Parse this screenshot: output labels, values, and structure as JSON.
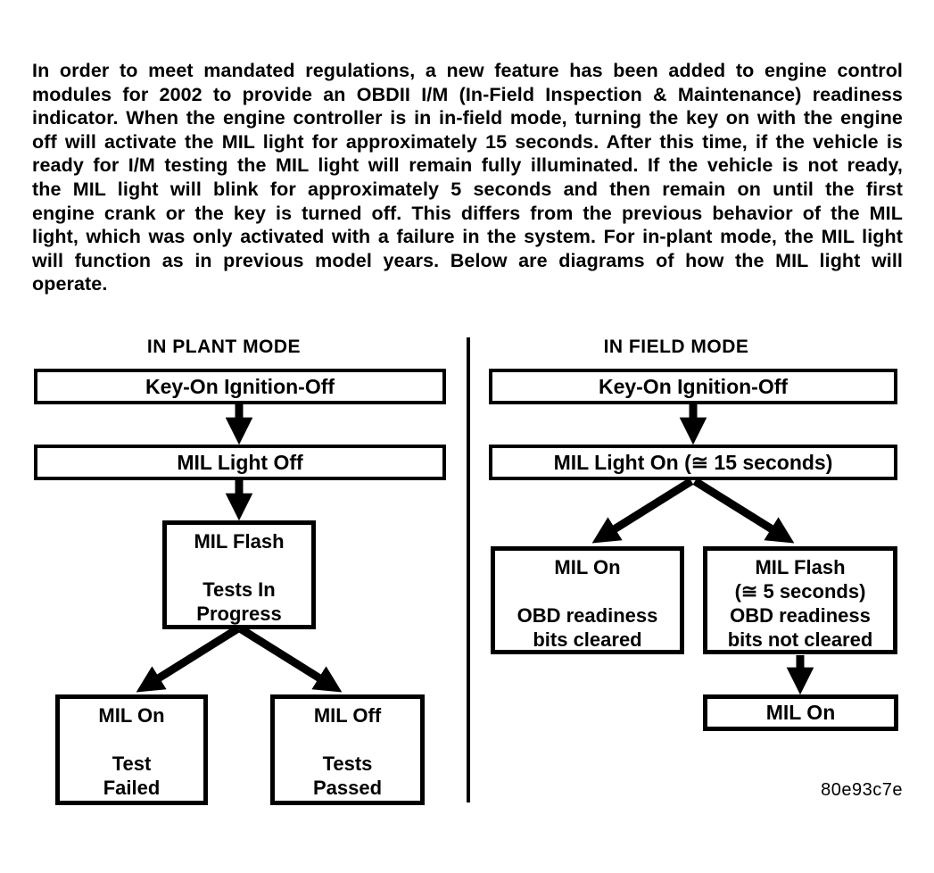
{
  "intro": {
    "text": "In order to meet mandated regulations, a new feature has been added to engine control modules for 2002 to provide an OBDII I/M (In-Field Inspection & Maintenance) readiness indicator.  When the engine controller is in in-field mode, turning the key on with the engine off will activate the MIL light for approximately 15 seconds.  After this time, if the vehicle is ready for I/M testing the MIL light will remain fully illuminated.  If the vehicle is not ready, the MIL light will blink for approximately 5 seconds and then remain on until the first engine crank or the key is turned off.  This differs from the previous behavior of the MIL light, which was only activated with a failure in the system.  For in-plant mode, the MIL light will function as in previous model years.  Below are diagrams of how the MIL light will operate."
  },
  "plant_chart": {
    "title": "IN PLANT MODE",
    "box_key_on": "Key-On Ignition-Off",
    "box_mil_light_off": "MIL Light Off",
    "box_mil_flash": "MIL Flash\n\nTests In\nProgress",
    "box_test_failed": "MIL On\n\nTest\nFailed",
    "box_tests_passed": "MIL Off\n\nTests\nPassed"
  },
  "field_chart": {
    "title": "IN FIELD MODE",
    "box_key_on": "Key-On Ignition-Off",
    "box_mil_light_on": "MIL Light On (≅ 15 seconds)",
    "box_bits_cleared": "MIL On\n\nOBD readiness\nbits cleared",
    "box_bits_not_cleared": "MIL Flash\n(≅ 5 seconds)\nOBD readiness\nbits not cleared",
    "box_mil_on_final": "MIL On"
  },
  "figure_code": "80e93c7e",
  "colors": {
    "ink": "#000000",
    "paper": "#ffffff"
  }
}
